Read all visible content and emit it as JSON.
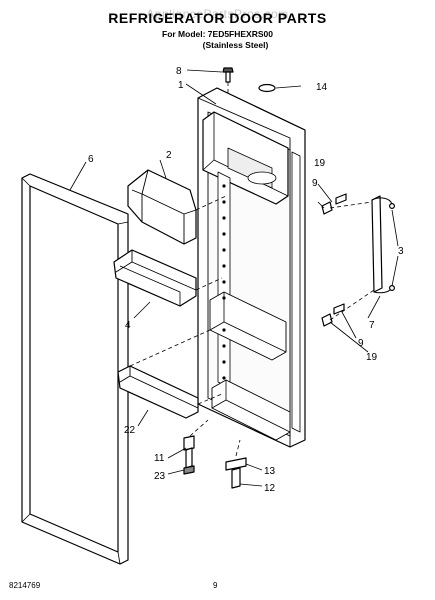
{
  "watermark": "AppliancePartsPros.com",
  "title": "REFRIGERATOR DOOR PARTS",
  "model_line": "For Model: 7ED5FHEXRS00",
  "finish_line": "(Stainless Steel)",
  "doc_number": "8214769",
  "page_number": "9",
  "callouts": {
    "c1": "1",
    "c2": "2",
    "c3": "3",
    "c4": "4",
    "c6": "6",
    "c7": "7",
    "c8": "8",
    "c9a": "9",
    "c9b": "9",
    "c11": "11",
    "c12": "12",
    "c13": "13",
    "c14": "14",
    "c19a": "19",
    "c19b": "19",
    "c22": "22",
    "c23": "23"
  }
}
